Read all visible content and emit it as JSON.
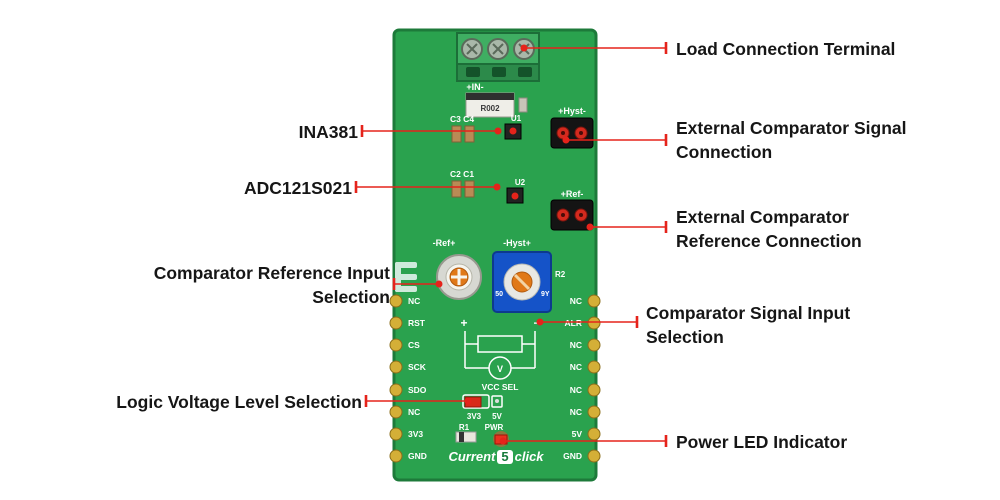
{
  "colors": {
    "callout_red": "#e5231b",
    "board_green": "#2aa24e",
    "board_edge": "#1d7a3a",
    "gold": "#d4af37"
  },
  "board": {
    "title": {
      "prefix": "Current",
      "number": "5",
      "suffix": "click"
    },
    "in_label": "+IN-",
    "shunt_label": "R002",
    "c3c4_label": "C3 C4",
    "u1_label": "U1",
    "hyst_top_label": "+Hyst-",
    "c2c1_label": "C2 C1",
    "u2_label": "U2",
    "ref_top_label": "+Ref-",
    "ref_pot_label": "-Ref+",
    "hyst_pot_label": "-Hyst+",
    "r2_label": "R2",
    "rotary_left_mark": "50",
    "rotary_right_mark": "9Y",
    "plus_sign": "+",
    "minus_sign": "−",
    "meter_label": "V",
    "vcc_sel_label": "VCC SEL",
    "v33_label": "3V3",
    "v5_label": "5V",
    "r1_label": "R1",
    "pwr_label": "PWR",
    "left_pins": [
      "NC",
      "RST",
      "CS",
      "SCK",
      "SDO",
      "NC",
      "3V3",
      "GND"
    ],
    "right_pins": [
      "NC",
      "ALR",
      "NC",
      "NC",
      "NC",
      "NC",
      "5V",
      "GND"
    ]
  },
  "callouts": {
    "left": [
      {
        "lines": [
          "INA381"
        ]
      },
      {
        "lines": [
          "ADC121S021"
        ]
      },
      {
        "lines": [
          "Comparator Reference Input",
          "Selection"
        ]
      },
      {
        "lines": [
          "Logic Voltage Level Selection"
        ]
      }
    ],
    "right": [
      {
        "lines": [
          "Load Connection Terminal"
        ]
      },
      {
        "lines": [
          "External Comparator Signal",
          "Connection"
        ]
      },
      {
        "lines": [
          "External Comparator",
          "Reference Connection"
        ]
      },
      {
        "lines": [
          "Comparator Signal Input",
          "Selection"
        ]
      },
      {
        "lines": [
          "Power LED Indicator"
        ]
      }
    ]
  }
}
